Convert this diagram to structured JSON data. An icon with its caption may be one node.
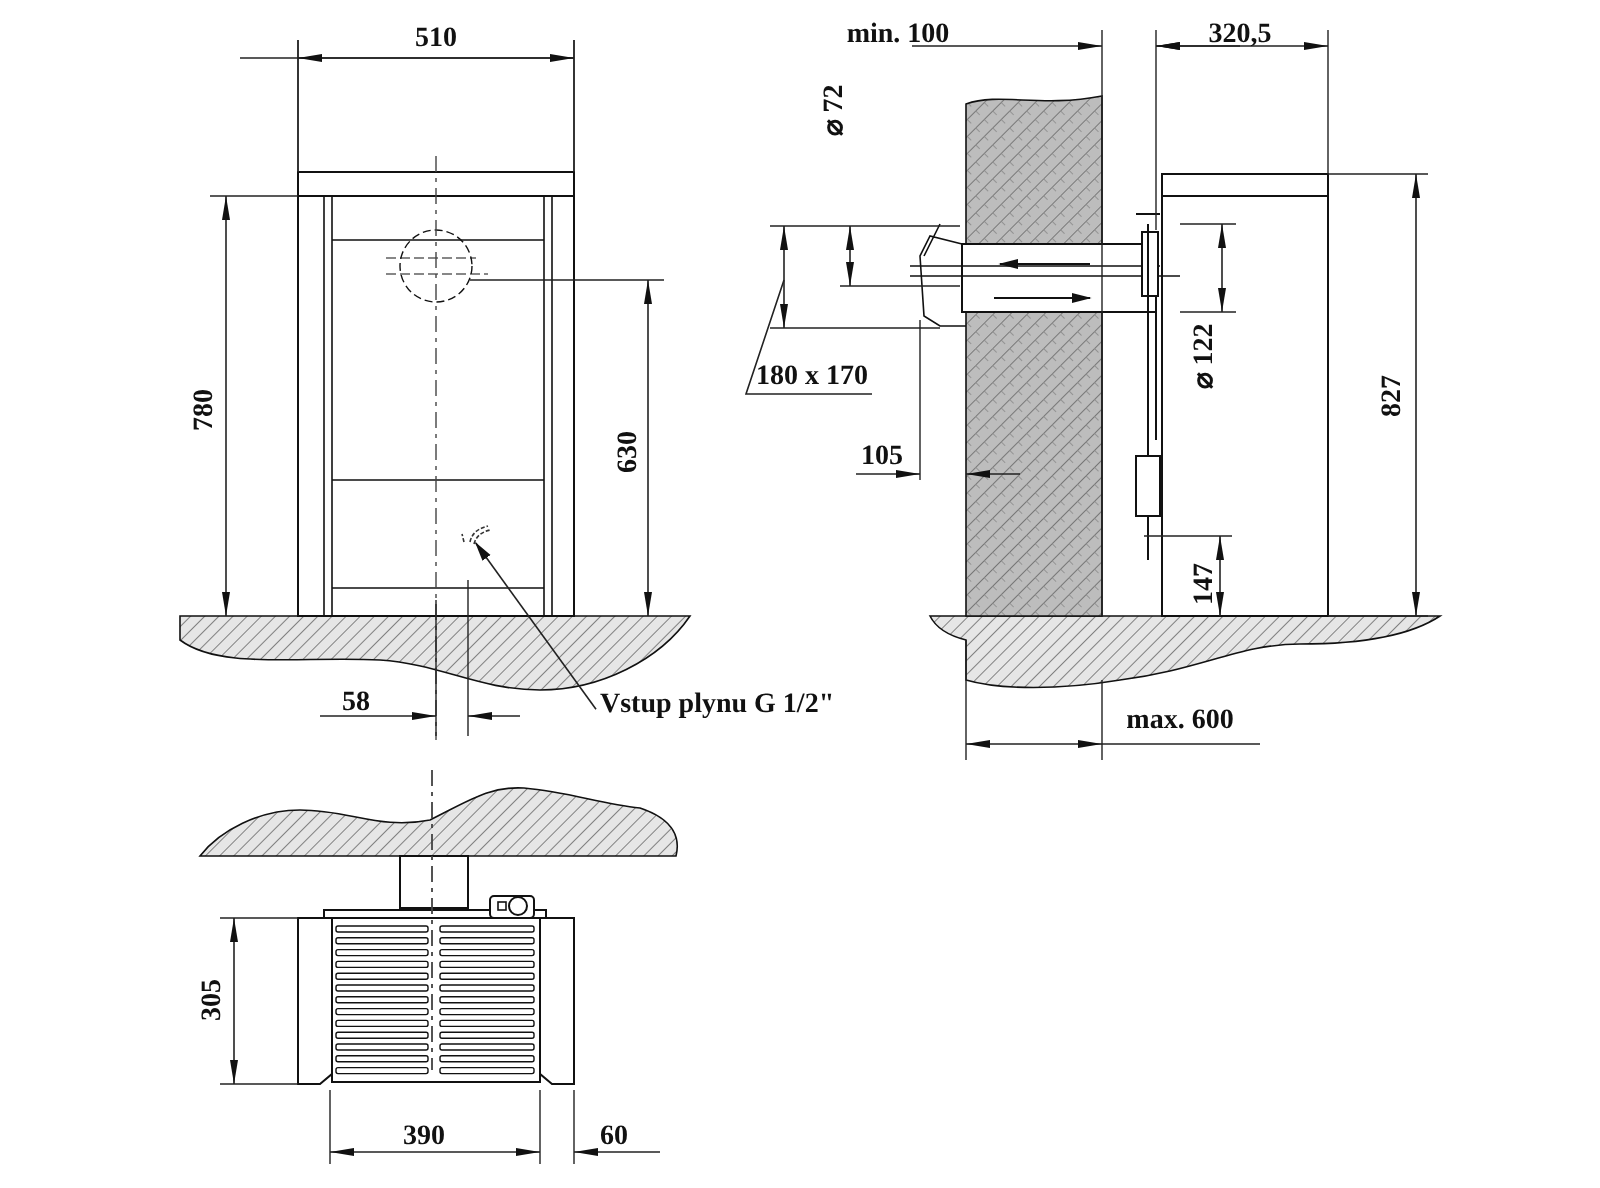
{
  "diagram": {
    "nodes": [
      {
        "text": [
          "Vstup plynu G 1/2\""
        ]
      },
      {
        "text": [],
        "shape": "picture"
      },
      {
        "text": [
          "180 x 170"
        ]
      }
    ],
    "edges": [
      {
        "from": 0,
        "to": 1,
        "arrow": "to"
      },
      {
        "from": 2,
        "to": null,
        "arrow": "none"
      }
    ],
    "labels": [
      "510",
      "780",
      "630",
      "58",
      "min. 100",
      "320,5",
      "⌀ 72",
      "⌀ 122",
      "827",
      "105",
      "147",
      "max. 600",
      "305",
      "390",
      "60"
    ]
  }
}
